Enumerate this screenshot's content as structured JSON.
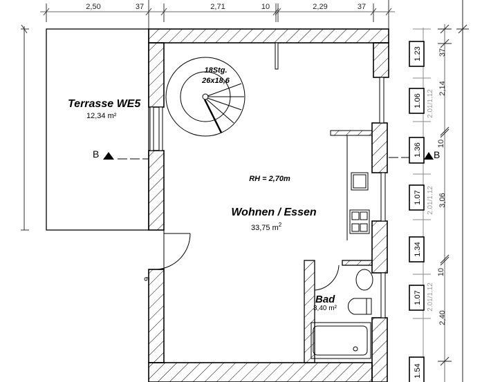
{
  "top_dimensions": [
    "2,50",
    "37",
    "2,71",
    "10",
    "2,29",
    "37"
  ],
  "rooms": {
    "terrace": {
      "name": "Terrasse WE5",
      "area": "12,34 m²"
    },
    "living": {
      "name": "Wohnen / Essen",
      "area": "33,75 m",
      "area_sup": "2",
      "room_height": "RH = 2,70m"
    },
    "bath": {
      "name": "Bad",
      "area": "3,40 m²"
    }
  },
  "stair": {
    "steps": "18Stg.",
    "dimensions": "26x18,6"
  },
  "section_marker": {
    "left": "B",
    "right": "B"
  },
  "window_boxes": [
    "1.23",
    "1.06",
    "1.36",
    "1.07",
    "1.34",
    "1.07",
    "1.54"
  ],
  "window_sizes": [
    "2.01/1.12",
    "2.01/1.12",
    "2.01/1.12"
  ],
  "right_dimensions": [
    "37",
    "2,14",
    "10",
    "3,06",
    "10",
    "2,40"
  ],
  "door_mark": "9",
  "colors": {
    "line": "#000000",
    "dim_line": "#888888",
    "gray_text": "#999999"
  }
}
